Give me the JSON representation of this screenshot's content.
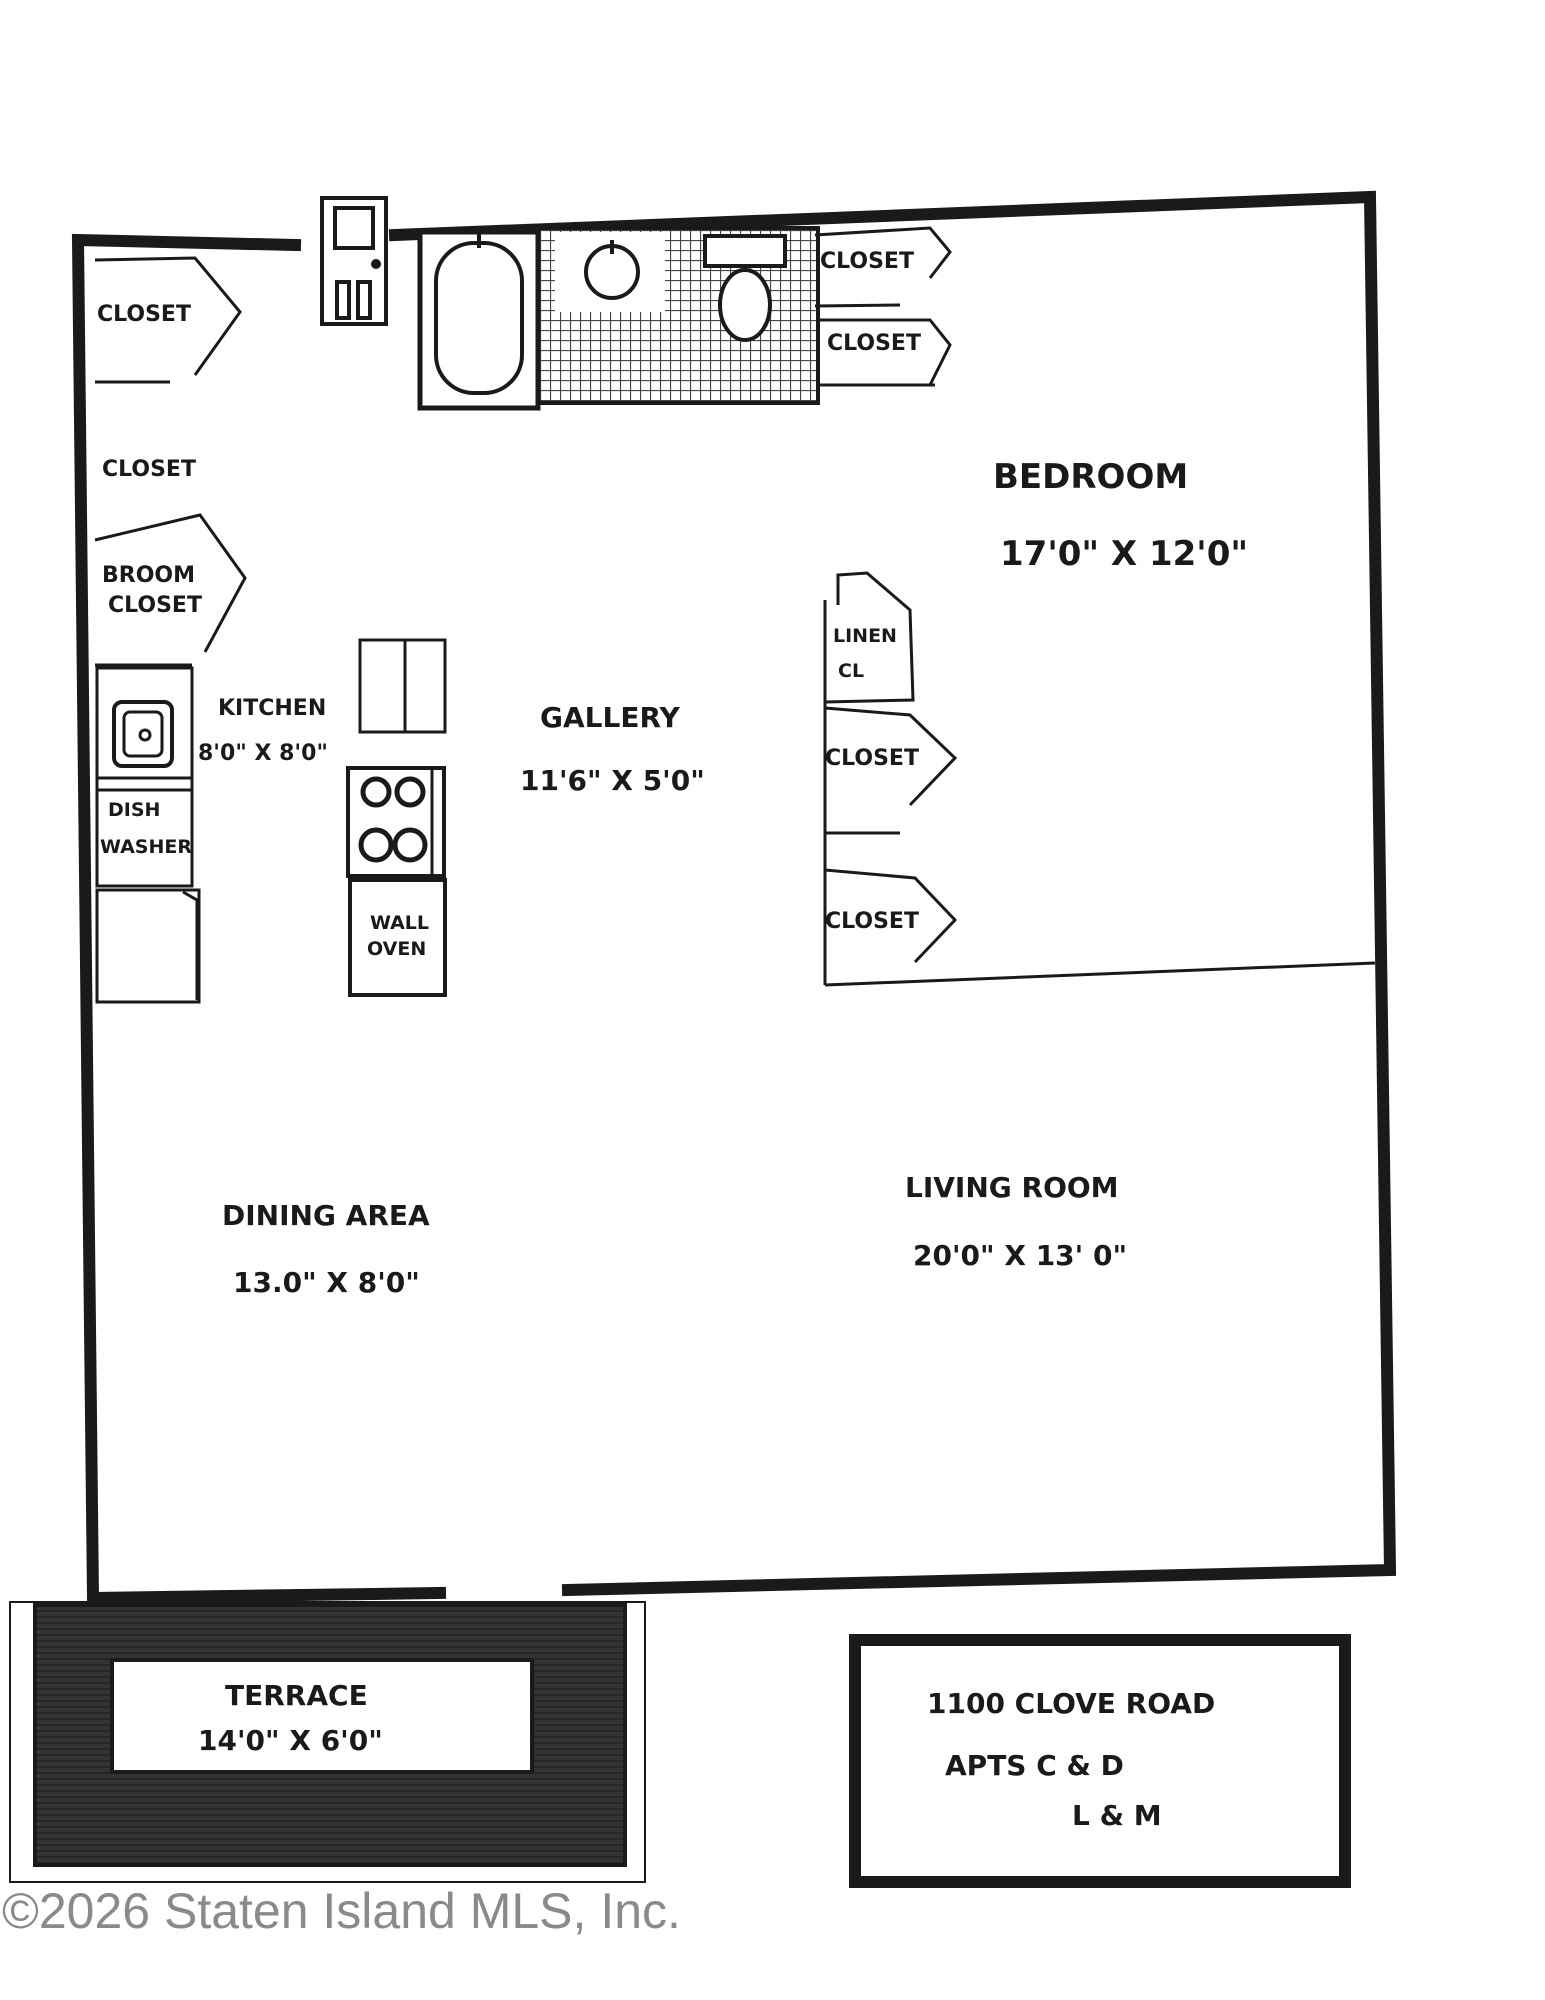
{
  "rooms": {
    "bedroom": {
      "name": "BEDROOM",
      "dims": "17'0\" X 12'0\""
    },
    "gallery": {
      "name": "GALLERY",
      "dims": "11'6\" X 5'0\""
    },
    "kitchen": {
      "name": "KITCHEN",
      "dims": "8'0\" X 8'0\""
    },
    "dining": {
      "name": "DINING AREA",
      "dims": "13.0\" X 8'0\""
    },
    "living": {
      "name": "LIVING ROOM",
      "dims": "20'0\" X 13' 0\""
    },
    "terrace": {
      "name": "TERRACE",
      "dims": "14'0\" X 6'0\""
    }
  },
  "closets": {
    "left_top": "CLOSET",
    "left_mid": "CLOSET",
    "broom_1": "BROOM",
    "broom_2": "CLOSET",
    "bath_1": "CLOSET",
    "bath_2": "CLOSET",
    "linen_1": "LINEN",
    "linen_2": "CL",
    "right_1": "CLOSET",
    "right_2": "CLOSET"
  },
  "appliances": {
    "dish_1": "DISH",
    "dish_2": "WASHER",
    "oven_1": "WALL",
    "oven_2": "OVEN"
  },
  "address_box": {
    "line1": "1100 CLOVE ROAD",
    "line2": "APTS C & D",
    "line3": "L & M"
  },
  "watermark": "©2026 Staten Island MLS, Inc."
}
